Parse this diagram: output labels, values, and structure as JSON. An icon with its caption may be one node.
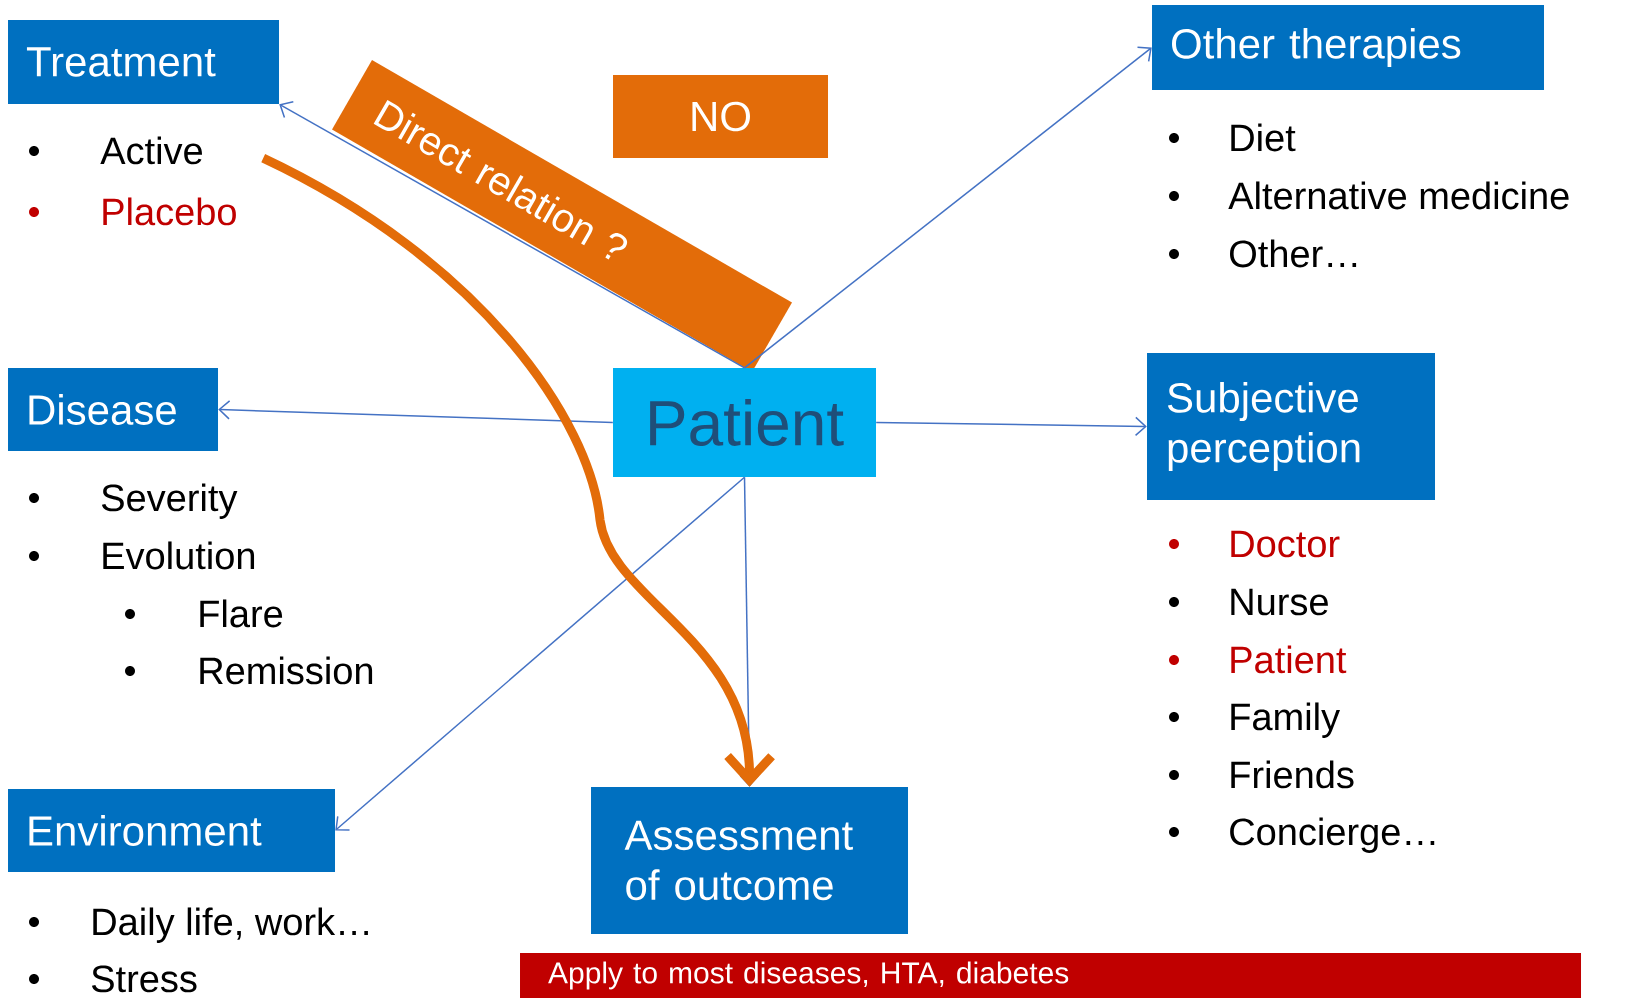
{
  "diagram": {
    "nodes": [
      {
        "text": [
          "Treatment"
        ],
        "beside": [
          "Active",
          "Placebo"
        ]
      },
      {
        "text": [
          "Direct relation ?"
        ]
      },
      {
        "text": [
          "NO"
        ]
      },
      {
        "text": [
          "Other therapies"
        ],
        "beside": [
          "Diet",
          "Alternative medicine",
          "Other…"
        ]
      },
      {
        "text": [
          "Disease"
        ],
        "beside": [
          "Severity",
          "Evolution",
          "Flare",
          "Remission"
        ]
      },
      {
        "text": [
          "Patient"
        ]
      },
      {
        "text": [
          "Subjective perception"
        ],
        "beside": [
          "Doctor",
          "Nurse",
          "Patient",
          "Family",
          "Friends",
          "Concierge…"
        ]
      },
      {
        "text": [
          "Environment"
        ],
        "beside": [
          "Daily life, work…",
          "Stress"
        ]
      },
      {
        "text": [
          "Assessment of outcome"
        ]
      },
      {
        "text": [
          "Apply to most diseases, HTA, diabetes"
        ]
      }
    ],
    "edges": [
      {
        "from": 5,
        "to": 0,
        "arrow": "to"
      },
      {
        "from": 5,
        "to": 3,
        "arrow": "to"
      },
      {
        "from": 5,
        "to": 4,
        "arrow": "to"
      },
      {
        "from": 5,
        "to": 6,
        "arrow": "to"
      },
      {
        "from": 5,
        "to": 7,
        "arrow": "to"
      },
      {
        "from": 5,
        "to": 8,
        "arrow": "to"
      },
      {
        "from": 0,
        "to": 8,
        "arrow": "to",
        "style": "thick",
        "color": "#e36c09"
      }
    ]
  }
}
